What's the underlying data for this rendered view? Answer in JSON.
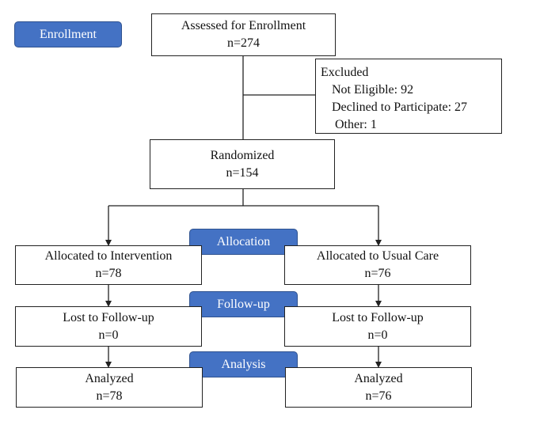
{
  "stages": {
    "enrollment": "Enrollment",
    "allocation": "Allocation",
    "followup": "Follow-up",
    "analysis": "Analysis"
  },
  "assessed": {
    "label": "Assessed for Enrollment",
    "n": "n=274"
  },
  "excluded": {
    "title": "Excluded",
    "not_eligible": "Not Eligible: 92",
    "declined": "Declined to Participate: 27",
    "other": "Other: 1"
  },
  "randomized": {
    "label": "Randomized",
    "n": "n=154"
  },
  "intervention": {
    "allocated": {
      "label": "Allocated to Intervention",
      "n": "n=78"
    },
    "lost": {
      "label": "Lost to Follow-up",
      "n": "n=0"
    },
    "analyzed": {
      "label": "Analyzed",
      "n": "n=78"
    }
  },
  "usual_care": {
    "allocated": {
      "label": "Allocated to Usual Care",
      "n": "n=76"
    },
    "lost": {
      "label": "Lost to Follow-up",
      "n": "n=0"
    },
    "analyzed": {
      "label": "Analyzed",
      "n": "n=76"
    }
  },
  "colors": {
    "stage_fill": "#4472c4",
    "stage_border": "#2f528f",
    "box_border": "#222222"
  }
}
